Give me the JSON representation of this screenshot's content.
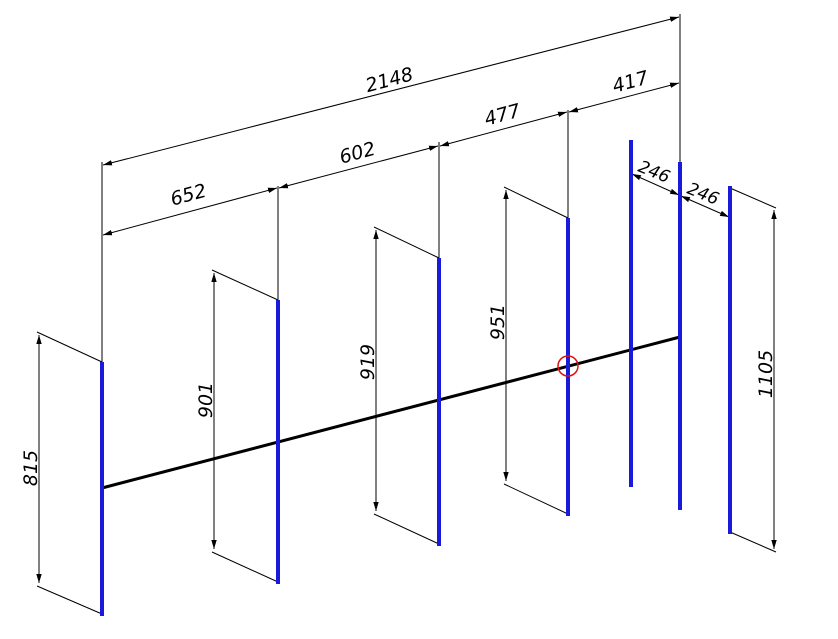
{
  "diagram": {
    "colors": {
      "background": "#ffffff",
      "element": "#1a1adb",
      "boom": "#000000",
      "dimension": "#000000",
      "marker": "#e01010"
    },
    "element_heights": [
      "815",
      "901",
      "919",
      "951",
      "1105"
    ],
    "spacings": [
      "652",
      "602",
      "477",
      "417",
      "246",
      "246"
    ],
    "overall_length": "2148",
    "marker": "feed-point-circle"
  }
}
